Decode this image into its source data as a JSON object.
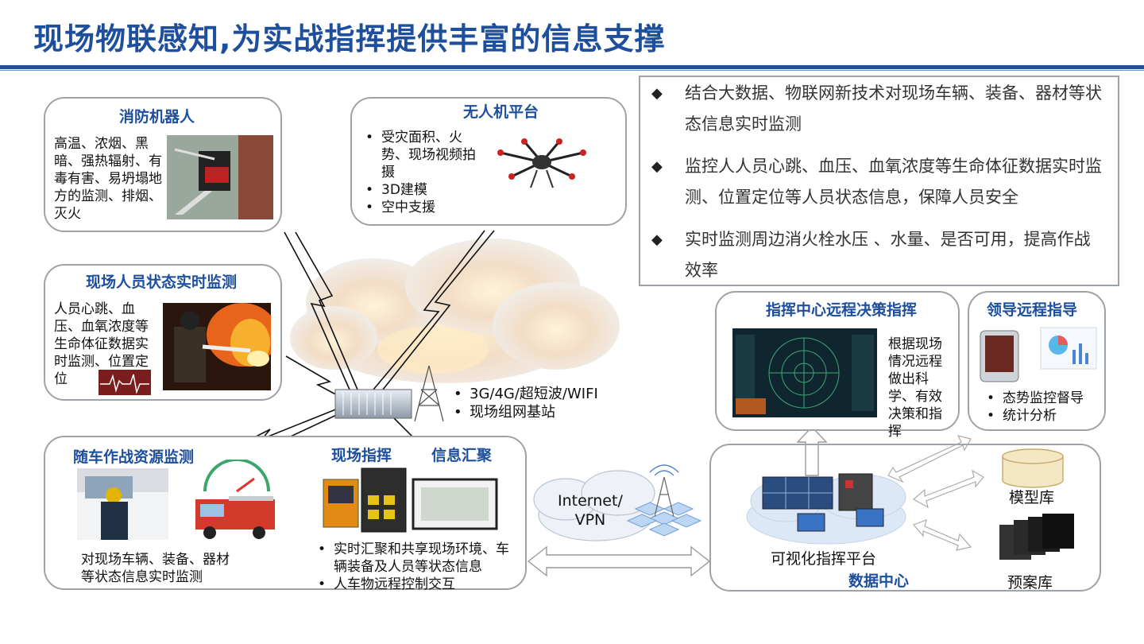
{
  "title": "现场物联感知,为实战指挥提供丰富的信息支撑",
  "robot": {
    "title": "消防机器人",
    "text": "高温、浓烟、黑暗、强热辐射、有毒有害、易坍塌地方的监测、排烟、灭火"
  },
  "drone": {
    "title": "无人机平台",
    "bullets": [
      "受灾面积、火势、现场视频拍摄",
      "3D建模",
      "空中支援"
    ]
  },
  "personnel": {
    "title": "现场人员状态实时监测",
    "text": "人员心跳、血压、血氧浓度等生命体征数据实时监测、位置定位"
  },
  "basestation": {
    "bullets": [
      "3G/4G/超短波/WIFI",
      "现场组网基站"
    ]
  },
  "info": {
    "items": [
      "结合大数据、物联网新技术对现场车辆、装备、器材等状态信息实时监测",
      "监控人人员心跳、血压、血氧浓度等生命体征数据实时监测、位置定位等人员状态信息，保障人员安全",
      "实时监测周边消火栓水压 、水量、是否可用，提高作战效率"
    ]
  },
  "vehicle": {
    "title": "随车作战资源监测",
    "text": "对现场车辆、装备、器材等状态信息实时监测"
  },
  "field": {
    "title1": "现场指挥",
    "title2": "信息汇聚",
    "bullets": [
      "实时汇聚和共享现场环境、车辆装备及人员等状态信息",
      "人车物远程控制交互"
    ]
  },
  "network": {
    "label": "Internet/\nVPN"
  },
  "command": {
    "title": "指挥中心远程决策指挥",
    "text": "根据现场情况远程做出科学、有效决策和指挥"
  },
  "leader": {
    "title": "领导远程指导",
    "bullets": [
      "态势监控督导",
      "统计分析"
    ]
  },
  "datacenter": {
    "platform": "可视化指挥平台",
    "title": "数据中心",
    "model": "模型库",
    "plan": "预案库"
  },
  "colors": {
    "accent": "#1e4f9c",
    "border": "#9ea3a8"
  }
}
